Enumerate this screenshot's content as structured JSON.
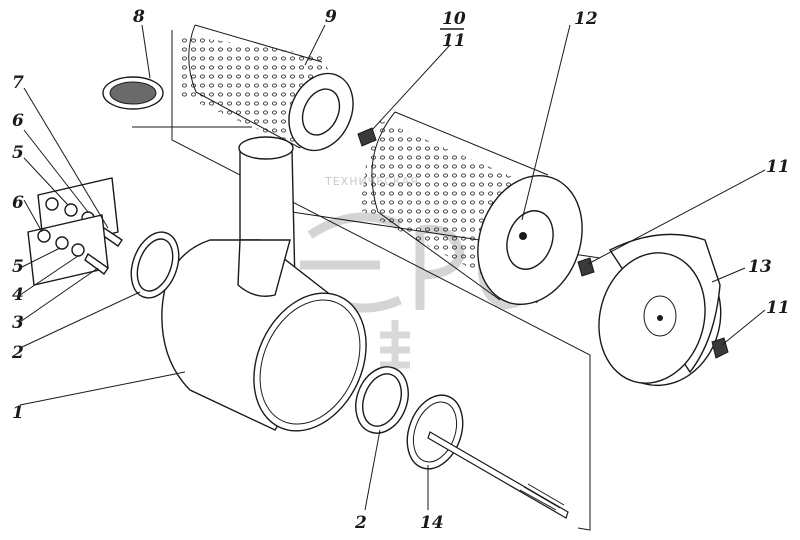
{
  "callouts": {
    "c1": "1",
    "c2a": "2",
    "c2b": "2",
    "c3": "3",
    "c4": "4",
    "c5a": "5",
    "c5b": "5",
    "c6a": "6",
    "c6b": "6",
    "c7": "7",
    "c8": "8",
    "c9": "9",
    "c10": "10",
    "c10_sub": "11",
    "c11a": "11",
    "c11b": "11",
    "c12": "12",
    "c13": "13",
    "c14": "14"
  },
  "watermark": {
    "text": "ТЕХНИЧЕСКАЯ"
  },
  "colors": {
    "ink": "#1a1a1a",
    "watermark": "#d4d4d4"
  }
}
